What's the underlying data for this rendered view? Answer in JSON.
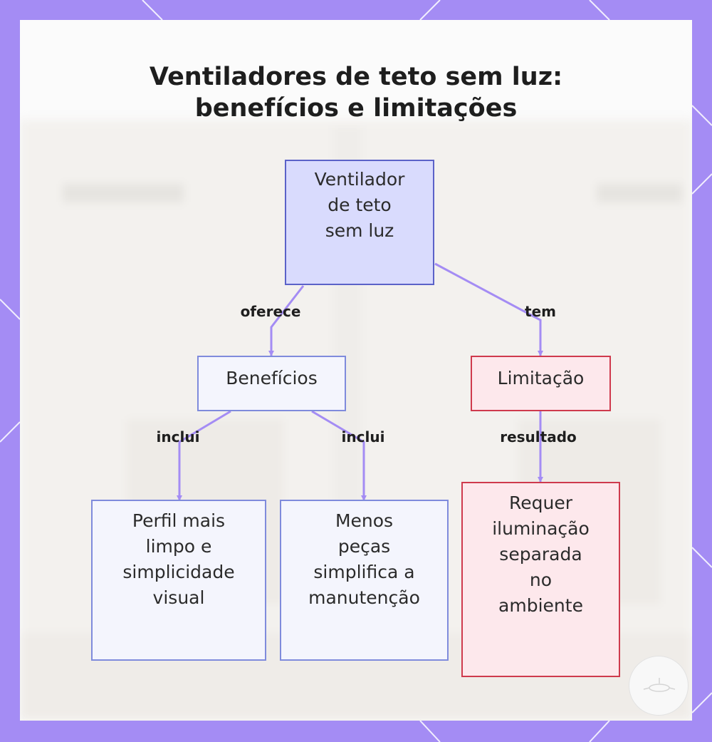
{
  "title": {
    "line1": "Ventiladores de teto sem luz:",
    "line2": "benefícios e limitações"
  },
  "nodes": {
    "root": {
      "lines": [
        "Ventilador",
        "de teto",
        "sem luz"
      ]
    },
    "benefits": {
      "lines": [
        "Benefícios"
      ]
    },
    "limitation": {
      "lines": [
        "Limitação"
      ]
    },
    "profile": {
      "lines": [
        "Perfil mais",
        "limpo e",
        "simplicidade",
        "visual"
      ]
    },
    "maintenance": {
      "lines": [
        "Menos",
        "peças",
        "simplifica a",
        "manutenção"
      ]
    },
    "lighting": {
      "lines": [
        "Requer",
        "iluminação",
        "separada",
        "no",
        "ambiente"
      ]
    }
  },
  "edges": {
    "offers": "oferece",
    "has": "tem",
    "includes_left": "inclui",
    "includes_right": "inclui",
    "result": "resultado"
  },
  "colors": {
    "frame": "#a48cf4",
    "edge": "#a48cf4",
    "root_fill": "#d9dbfd",
    "root_border": "#5b62c8",
    "benefit_fill": "#f4f5fd",
    "benefit_border": "#7f8bdc",
    "limit_fill": "#fde8ec",
    "limit_border": "#cf3a4d"
  }
}
